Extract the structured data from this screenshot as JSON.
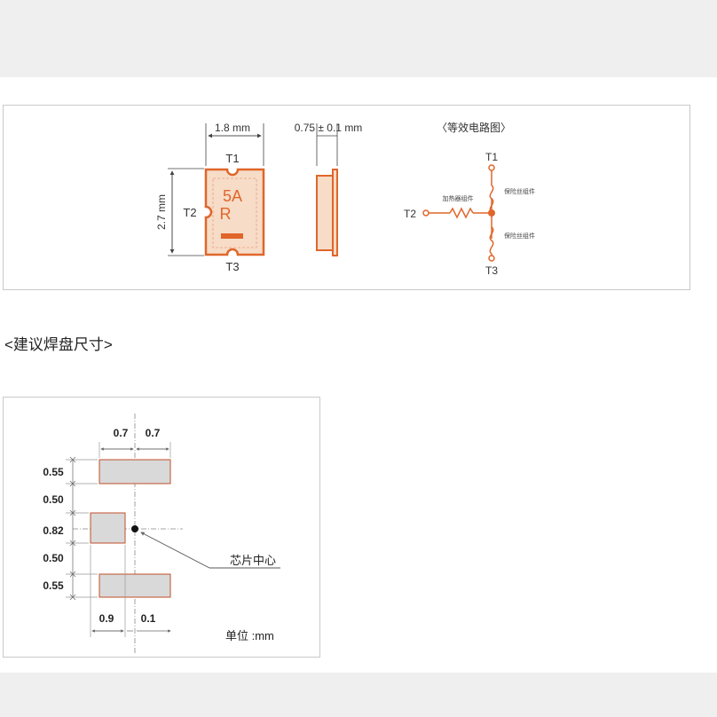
{
  "component_panel": {
    "width_label": "1.8 mm",
    "height_label": "2.7 mm",
    "thickness_label": "0.75 ± 0.1 mm",
    "terminal_t1": "T1",
    "terminal_t2": "T2",
    "terminal_t3": "T3",
    "marking_line1": "5A",
    "marking_line2": "R",
    "circuit_title": "〈等效电路图〉",
    "heater_label": "加热器组件",
    "fuse_label_top": "保险丝组件",
    "fuse_label_bottom": "保险丝组件",
    "accent_color": "#e0662a",
    "body_fill": "#f7dcc8"
  },
  "section_heading": "<建议焊盘尺寸>",
  "footprint_panel": {
    "dim_top_left": "0.7",
    "dim_top_right": "0.7",
    "dim_v1": "0.55",
    "dim_v2": "0.50",
    "dim_v3": "0.82",
    "dim_v4": "0.50",
    "dim_v5": "0.55",
    "dim_bottom_left": "0.9",
    "dim_bottom_right": "0.1",
    "chip_center_label": "芯片中心",
    "unit_label": "单位 :mm",
    "pad_fill": "#d9d9d9",
    "pad_stroke": "#c0502a"
  }
}
